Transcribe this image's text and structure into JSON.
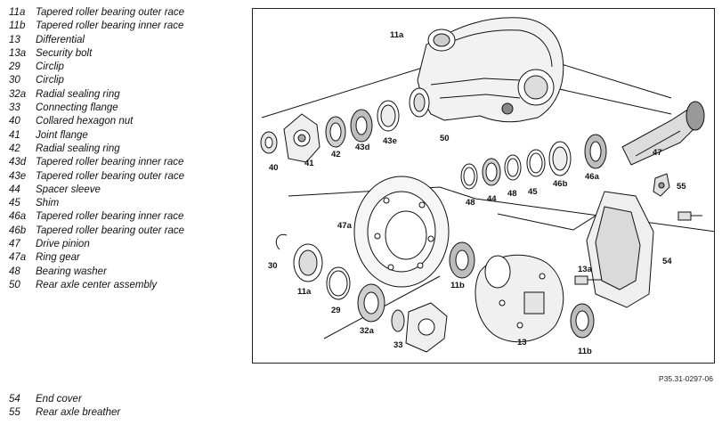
{
  "legend": [
    {
      "code": "11a",
      "text": "Tapered roller bearing outer race"
    },
    {
      "code": "11b",
      "text": "Tapered roller bearing inner race"
    },
    {
      "code": "13",
      "text": "Differential"
    },
    {
      "code": "13a",
      "text": "Security bolt"
    },
    {
      "code": "29",
      "text": "Circlip"
    },
    {
      "code": "30",
      "text": "Circlip"
    },
    {
      "code": "32a",
      "text": "Radial sealing ring"
    },
    {
      "code": "33",
      "text": "Connecting flange"
    },
    {
      "code": "40",
      "text": "Collared hexagon nut"
    },
    {
      "code": "41",
      "text": "Joint flange"
    },
    {
      "code": "42",
      "text": "Radial sealing ring"
    },
    {
      "code": "43d",
      "text": "Tapered roller bearing inner race"
    },
    {
      "code": "43e",
      "text": "Tapered roller bearing outer race"
    },
    {
      "code": "44",
      "text": "Spacer sleeve"
    },
    {
      "code": "45",
      "text": "Shim"
    },
    {
      "code": "46a",
      "text": "Tapered roller bearing inner race"
    },
    {
      "code": "46b",
      "text": "Tapered roller bearing outer race"
    },
    {
      "code": "47",
      "text": "Drive pinion"
    },
    {
      "code": "47a",
      "text": "Ring gear"
    },
    {
      "code": "48",
      "text": "Bearing washer"
    },
    {
      "code": "50",
      "text": "Rear axle center assembly"
    }
  ],
  "legend_bottom": [
    {
      "code": "54",
      "text": "End cover"
    },
    {
      "code": "55",
      "text": "Rear axle breather"
    }
  ],
  "labels": {
    "l11a_top": "11a",
    "l50": "50",
    "l43e": "43e",
    "l43d": "43d",
    "l42": "42",
    "l41": "41",
    "l40": "40",
    "l47": "47",
    "l46a": "46a",
    "l46b": "46b",
    "l45": "45",
    "l48": "48",
    "l44": "44",
    "l48b": "48",
    "l55": "55",
    "l47a": "47a",
    "l54": "54",
    "l13a": "13a",
    "l11b_mid": "11b",
    "l30": "30",
    "l11a_low": "11a",
    "l29": "29",
    "l32a": "32a",
    "l33": "33",
    "l13": "13",
    "l11b_low": "11b"
  },
  "figure_ref": "P35.31-0297-06"
}
